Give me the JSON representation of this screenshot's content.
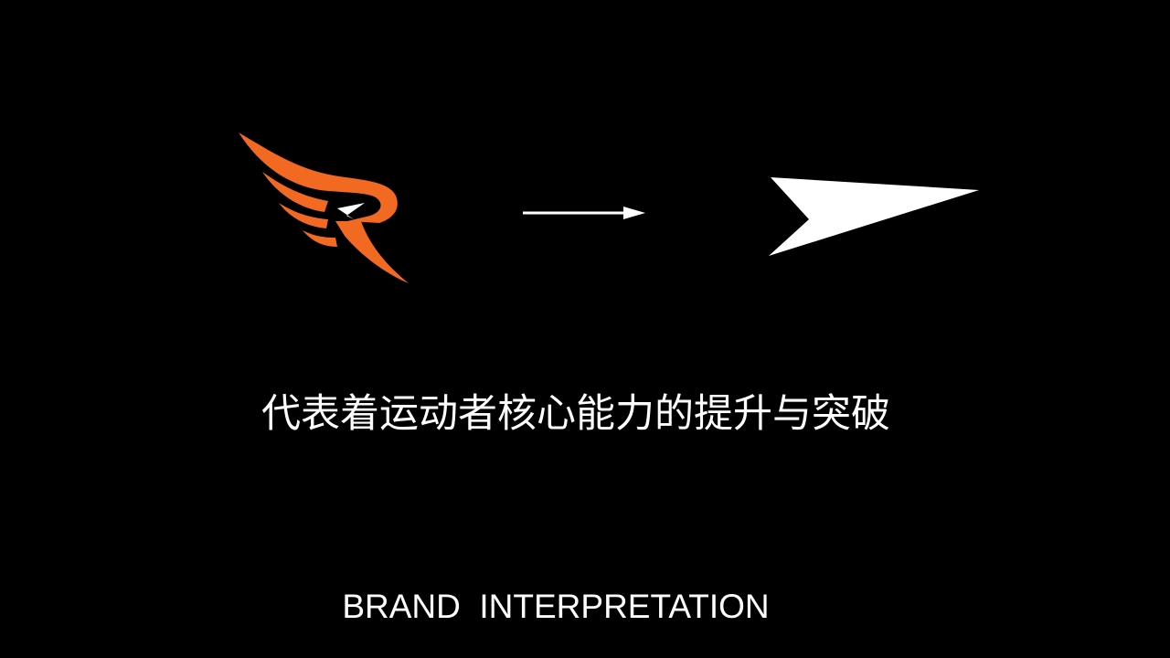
{
  "slide": {
    "tagline": "代表着运动者核心能力的提升与突破",
    "footer_label": "BRAND  INTERPRETATION"
  },
  "graphics": {
    "logo_icon": "winged-r-logo",
    "arrow_icon": "right-arrow",
    "mark_icon": "pointed-wing-shape"
  },
  "colors": {
    "background": "#000000",
    "logo_orange": "#f26a21",
    "foreground": "#ffffff"
  }
}
